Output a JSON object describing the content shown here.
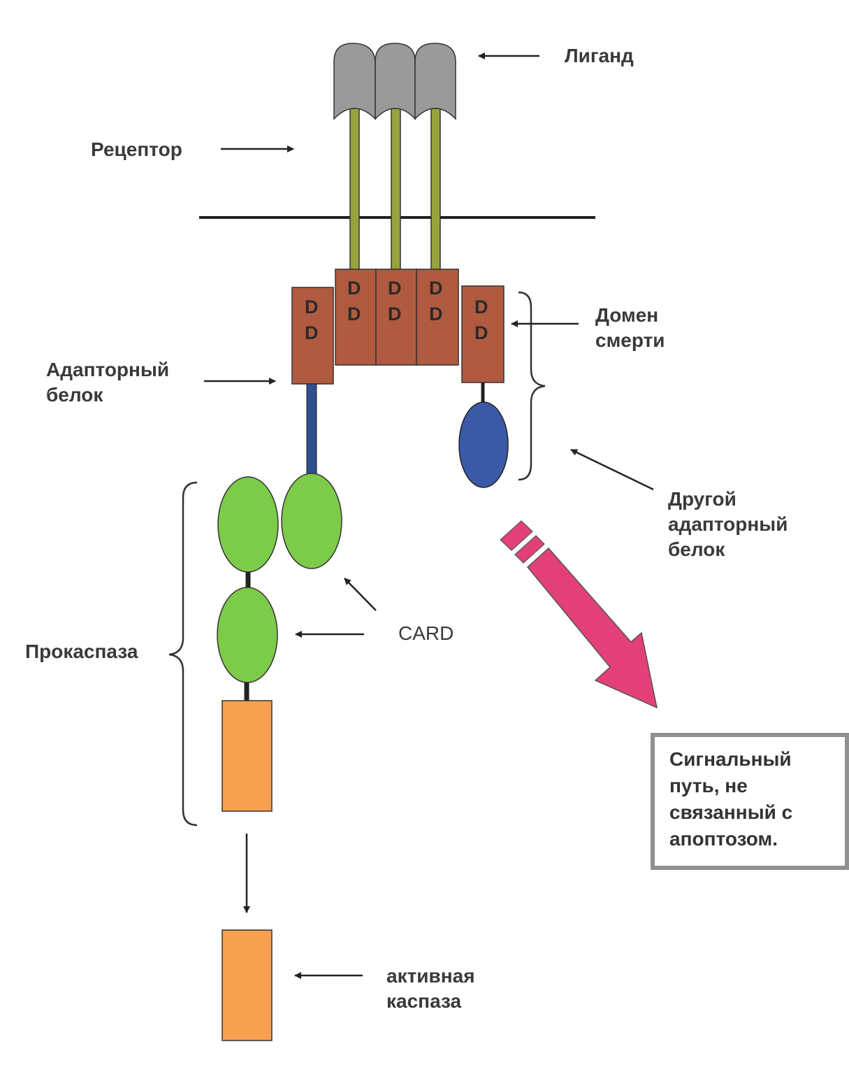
{
  "colors": {
    "ligand": "#9a9a9a",
    "receptor_stalk": "#9aa23c",
    "death_domain": "#b05a40",
    "linker": "#2f4f8f",
    "other_adapter": "#3a5aa8",
    "card": "#7ccb4a",
    "caspase": "#f7a050",
    "signal_arrow": "#e3407a",
    "box_border": "#909090",
    "arrow": "#222222"
  },
  "labels": {
    "ligand": "Лиганд",
    "receptor": "Рецептор",
    "death_domain": [
      "Домен",
      "смерти"
    ],
    "adapter_protein": [
      "Адапторный",
      "белок"
    ],
    "other_adapter": [
      "Другой",
      "адапторный",
      "белок"
    ],
    "card": "CARD",
    "procaspase": "Прокаспаза",
    "active_caspase": [
      "активная",
      "каспаза"
    ]
  },
  "dd_domain_text": [
    "D",
    "D"
  ],
  "signal_box": {
    "lines": [
      "Сигнальный",
      "путь, не",
      "связанный с",
      "апоптозом."
    ]
  }
}
